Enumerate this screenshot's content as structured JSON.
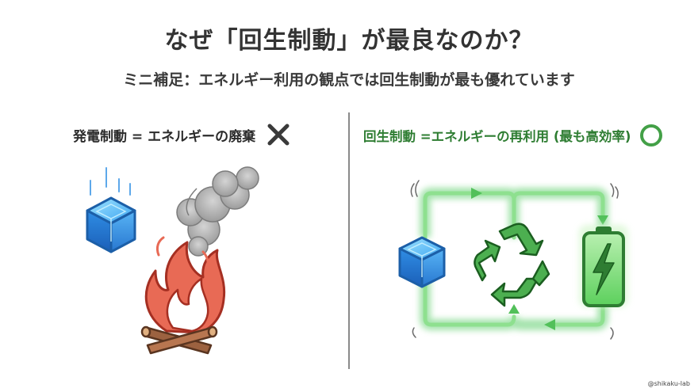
{
  "title": "なぜ「回生制動」が最良なのか？",
  "subtitle": "ミニ補足：エネルギー利用の観点では回生制動が最も優れています",
  "left": {
    "label": "発電制動 = エネルギーの廃棄",
    "mark_icon": "cross-mark-icon",
    "icons": [
      "energy-cube-icon",
      "smoke-icon",
      "campfire-icon"
    ]
  },
  "right": {
    "label": "回生制動 =エネルギーの再利用 (最も高効率)",
    "mark_icon": "circle-mark-icon",
    "icons": [
      "energy-cube-icon",
      "recycle-icon",
      "battery-charge-icon"
    ]
  },
  "credit": "@shikaku-lab",
  "colors": {
    "title": "#333333",
    "green": "#2e7d32",
    "light_green": "#7fd88a",
    "fire": "#e05a47",
    "cube_blue": "#2f8de4",
    "divider": "#8a8a8a"
  }
}
